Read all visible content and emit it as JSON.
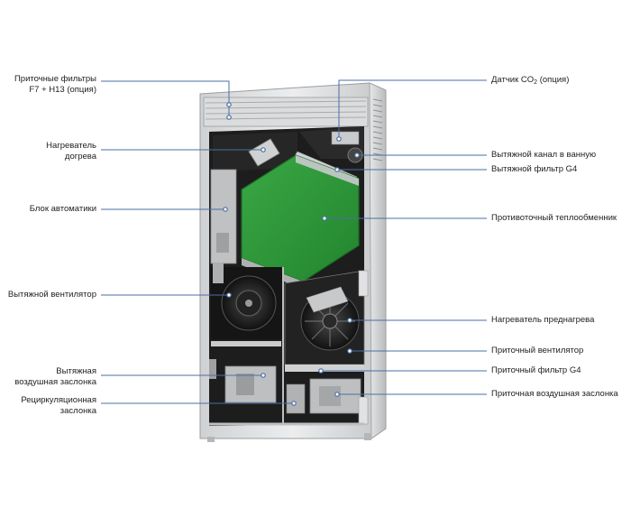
{
  "labels_left": {
    "supply_filters": [
      "Приточные фильтры",
      "F7 + H13 (опция)"
    ],
    "post_heater": [
      "Нагреватель",
      "догрева"
    ],
    "control_unit": [
      "Блок автоматики"
    ],
    "exhaust_fan": [
      "Вытяжной вентилятор"
    ],
    "exhaust_damper": [
      "Вытяжная",
      "воздушная заслонка"
    ],
    "recirc_damper": [
      "Рециркуляционная",
      "заслонка"
    ]
  },
  "labels_right": {
    "co2_sensor": {
      "prefix": "Датчик CO",
      "sub": "2",
      "suffix": " (опция)"
    },
    "bathroom_duct": "Вытяжной канал в ванную",
    "exhaust_filter": "Вытяжной фильтр G4",
    "heat_exchanger": "Противоточный теплообменник",
    "pre_heater": "Нагреватель преднагрева",
    "supply_fan": "Приточный вентилятор",
    "supply_filter": "Приточный фильтр G4",
    "supply_damper": "Приточная воздушная заслонка"
  },
  "colors": {
    "leader_line": "#4a6fa5",
    "exchanger": "#2f9a3a",
    "casing": "#d9dbdd",
    "interior": "#1c1c1c"
  }
}
